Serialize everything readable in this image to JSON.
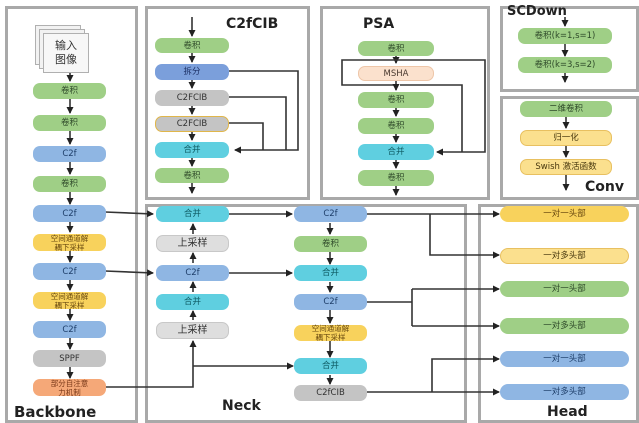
{
  "panels": {
    "backbone": {
      "title": "Backbone"
    },
    "c2fcib": {
      "title": "C2fCIB"
    },
    "psa": {
      "title": "PSA"
    },
    "scdown": {
      "title": "SCDown"
    },
    "conv": {
      "title": "Conv"
    },
    "neck": {
      "title": "Neck"
    },
    "head": {
      "title": "Head"
    }
  },
  "backbone": {
    "input": "输入\n图像",
    "input_line1": "输入",
    "input_line2": "图像",
    "nodes": [
      {
        "label": "卷积",
        "color": "green"
      },
      {
        "label": "卷积",
        "color": "green"
      },
      {
        "label": "C2f",
        "color": "blue"
      },
      {
        "label": "卷积",
        "color": "green"
      },
      {
        "label": "C2f",
        "color": "blue"
      },
      {
        "label": "空间通道解耦下采样",
        "line1": "空间通道解",
        "line2": "耦下采样",
        "color": "yellow"
      },
      {
        "label": "C2f",
        "color": "blue"
      },
      {
        "label": "空间通道解耦下采样",
        "line1": "空间通道解",
        "line2": "耦下采样",
        "color": "yellow"
      },
      {
        "label": "C2f",
        "color": "blue"
      },
      {
        "label": "SPPF",
        "color": "gray"
      },
      {
        "label": "部分自注意力机制",
        "line1": "部分自注意",
        "line2": "力机制",
        "color": "orange"
      }
    ]
  },
  "c2fcib": {
    "nodes": [
      {
        "label": "卷积"
      },
      {
        "label": "拆分"
      },
      {
        "label": "C2FCIB"
      },
      {
        "label": "C2FCIB"
      },
      {
        "label": "合并"
      },
      {
        "label": "卷积"
      }
    ]
  },
  "psa": {
    "nodes": [
      {
        "label": "卷积"
      },
      {
        "label": "MSHA"
      },
      {
        "label": "卷积"
      },
      {
        "label": "卷积"
      },
      {
        "label": "合并"
      },
      {
        "label": "卷积"
      }
    ]
  },
  "scdown": {
    "nodes": [
      {
        "label": "卷积(k=1,s=1)"
      },
      {
        "label": "卷积(k=3,s=2)"
      }
    ]
  },
  "conv": {
    "nodes": [
      {
        "label": "二维卷积"
      },
      {
        "label": "归一化"
      },
      {
        "label": "Swish 激活函数"
      }
    ]
  },
  "neck": {
    "left": [
      {
        "label": "合并"
      },
      {
        "label": "上采样"
      },
      {
        "label": "C2f"
      },
      {
        "label": "合并"
      },
      {
        "label": "上采样"
      }
    ],
    "right": [
      {
        "label": "C2f"
      },
      {
        "label": "卷积"
      },
      {
        "label": "合并"
      },
      {
        "label": "C2f"
      },
      {
        "label": "空间通道解耦下采样",
        "line1": "空间通道解",
        "line2": "耦下采样"
      },
      {
        "label": "合并"
      },
      {
        "label": "C2fCIB"
      }
    ]
  },
  "head": {
    "nodes": [
      {
        "label": "一对一头部",
        "color": "yellow"
      },
      {
        "label": "一对多头部",
        "color": "lightyellow"
      },
      {
        "label": "一对一头部",
        "color": "green"
      },
      {
        "label": "一对多头部",
        "color": "green"
      },
      {
        "label": "一对一头部",
        "color": "blue"
      },
      {
        "label": "一对多头部",
        "color": "blue"
      }
    ]
  },
  "colors": {
    "conv_green": "#9fcf86",
    "c2f_blue": "#8fb6e3",
    "concat_cyan": "#5fcfe0",
    "scdown_yellow": "#f8d25c",
    "psa_orange": "#f5a878",
    "sppf_gray": "#c4c4c4",
    "panel_border": "#a9a9a9"
  }
}
